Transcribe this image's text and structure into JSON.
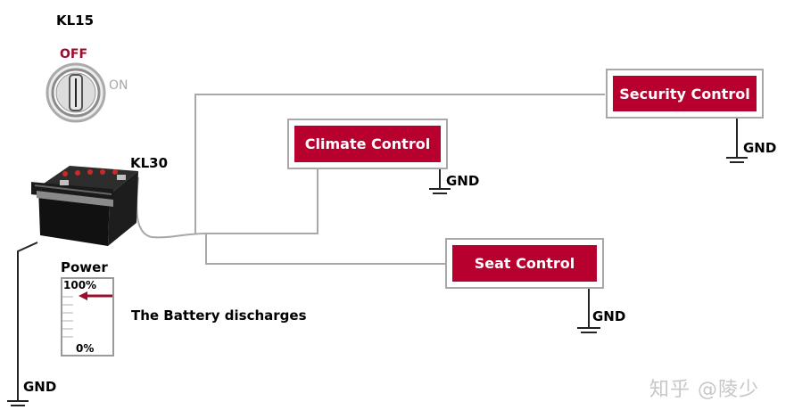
{
  "labels": {
    "kl15": "KL15",
    "off": "OFF",
    "on": "ON",
    "kl30": "KL30",
    "power": "Power",
    "discharge": "The Battery discharges"
  },
  "gauge": {
    "top": "100%",
    "bottom": "0%",
    "level": 1.0
  },
  "ecus": {
    "security": "Security Control",
    "climate": "Climate Control",
    "seat": "Seat Control"
  },
  "gnd": {
    "battery": "GND",
    "security": "GND",
    "climate": "GND",
    "seat": "GND"
  },
  "watermark": "知乎 @陵少",
  "colors": {
    "accent": "#b8002f",
    "off": "#9b0d2c",
    "wire": "#a8a8a8"
  }
}
